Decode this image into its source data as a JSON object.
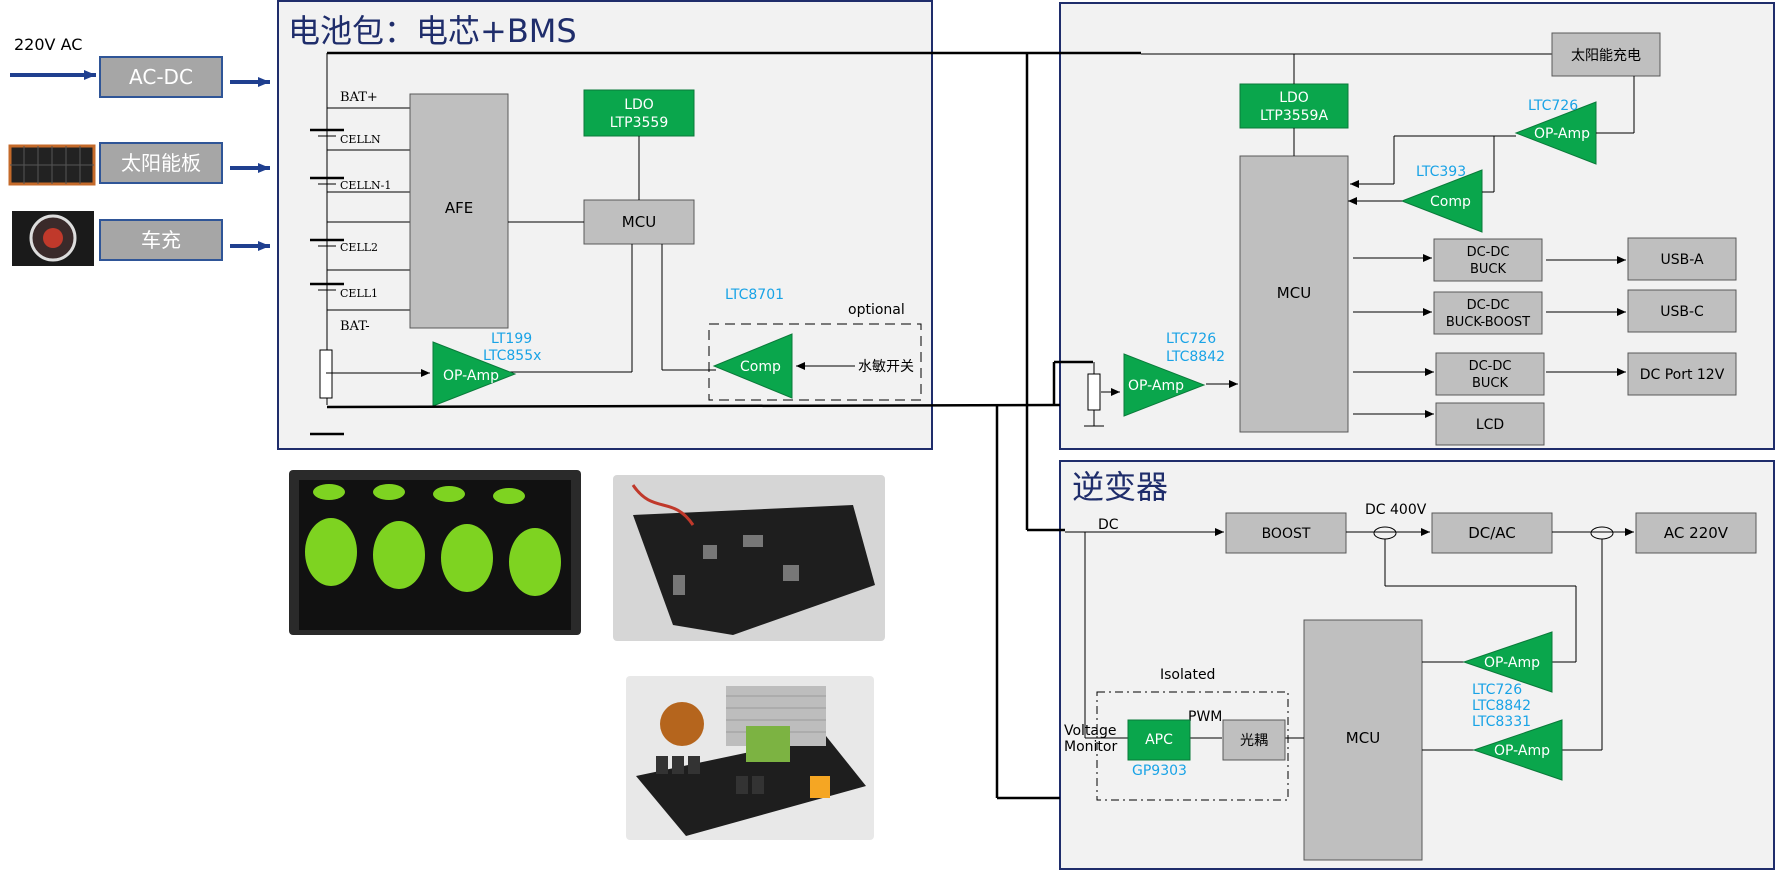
{
  "colors": {
    "panel_border": "#1f2d6b",
    "panel_fill": "#f2f2f2",
    "gray_block": "#bfbfbf",
    "green_block": "#0aa64c",
    "blue_label": "#19a3e6",
    "title_blue": "#1f2d6b"
  },
  "inputs": {
    "ac_label": "220V AC",
    "acdc": "AC-DC",
    "solar_panel": "太阳能板",
    "car_charge": "车充"
  },
  "battery": {
    "title": "电池包：电芯+BMS",
    "bat_plus": "BAT+",
    "bat_minus": "BAT-",
    "cells": [
      "CELLN",
      "CELLN-1",
      "CELL2",
      "CELL1"
    ],
    "afe": "AFE",
    "ldo": "LDO",
    "ldo_part": "LTP3559",
    "mcu": "MCU",
    "opamp": "OP-Amp",
    "opamp_parts": [
      "LT199",
      "LTC855x"
    ],
    "comp": "Comp",
    "comp_part": "LTC8701",
    "optional": "optional",
    "water_switch": "水敏开关"
  },
  "power": {
    "solar_charge": "太阳能充电",
    "ldo": "LDO",
    "ldo_part": "LTP3559A",
    "opamp_top": "OP-Amp",
    "opamp_top_part": "LTC726",
    "comp": "Comp",
    "comp_part": "LTC393",
    "mcu": "MCU",
    "dcdc1": [
      "DC-DC",
      "BUCK"
    ],
    "dcdc2": [
      "DC-DC",
      "BUCK-BOOST"
    ],
    "dcdc3": [
      "DC-DC",
      "BUCK"
    ],
    "lcd": "LCD",
    "usba": "USB-A",
    "usbc": "USB-C",
    "dcport": "DC Port 12V",
    "opamp_left": "OP-Amp",
    "opamp_left_parts": [
      "LTC726",
      "LTC8842"
    ]
  },
  "inverter": {
    "title": "逆变器",
    "dc": "DC",
    "boost": "BOOST",
    "dc400": "DC 400V",
    "dcac": "DC/AC",
    "ac220": "AC 220V",
    "opamp1": "OP-Amp",
    "opamp2": "OP-Amp",
    "opamp_parts": [
      "LTC726",
      "LTC8842",
      "LTC8331"
    ],
    "mcu": "MCU",
    "isolated": "Isolated",
    "pwm": "PWM",
    "apc": "APC",
    "apc_part": "GP9303",
    "optocoupler": "光耦",
    "voltage_monitor": [
      "Voltage",
      "Monitor"
    ]
  }
}
